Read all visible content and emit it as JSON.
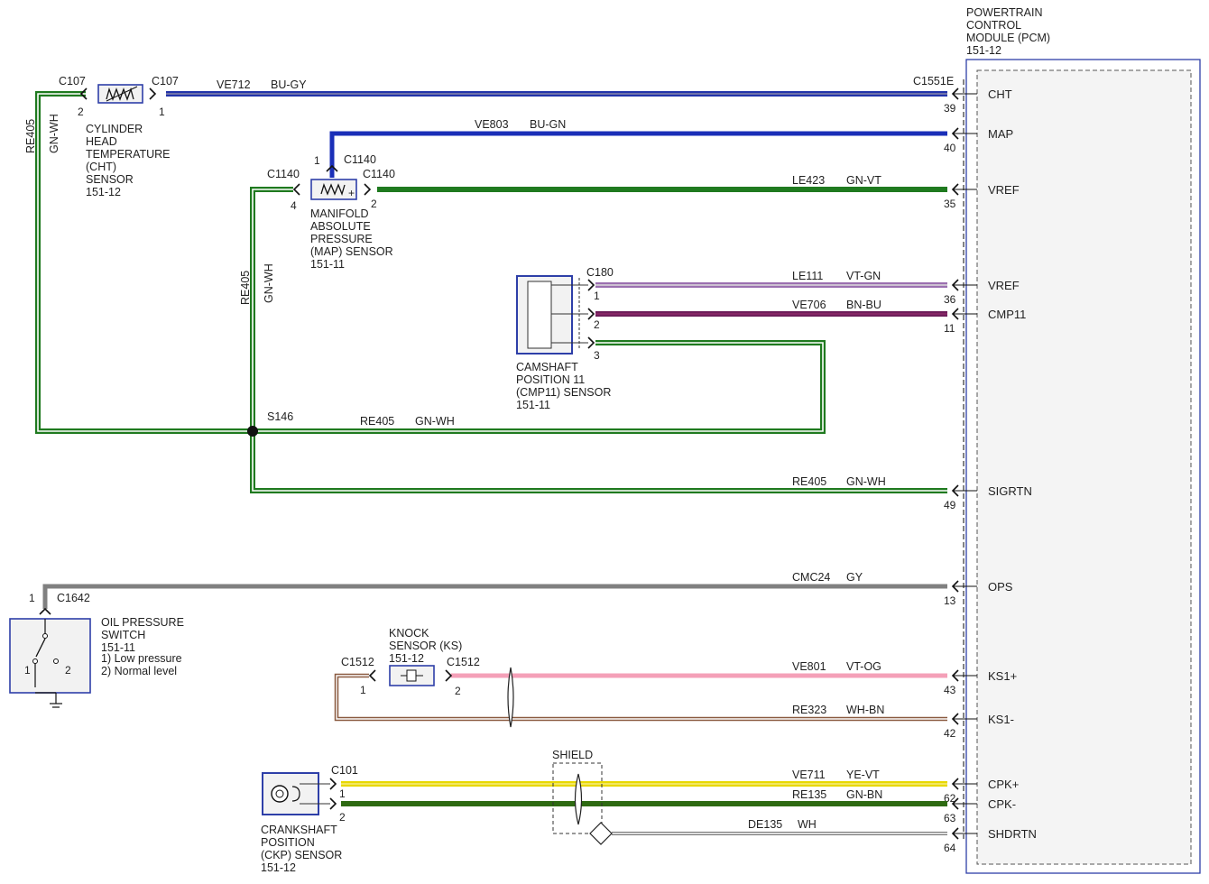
{
  "pcm": {
    "title_lines": [
      "POWERTRAIN",
      "CONTROL",
      "MODULE (PCM)",
      "151-12"
    ],
    "connector": "C1551E"
  },
  "circuits": [
    {
      "id": "cht",
      "circuit": "VE712",
      "color_code": "BU-GY",
      "pin": "39",
      "signal": "CHT",
      "wire_color": "#2233aa",
      "stripe": "#8888aa"
    },
    {
      "id": "map",
      "circuit": "VE803",
      "color_code": "BU-GN",
      "pin": "40",
      "signal": "MAP",
      "wire_color": "#1a2fb8",
      "stripe": "#1a2fb8"
    },
    {
      "id": "vref1",
      "circuit": "LE423",
      "color_code": "GN-VT",
      "pin": "35",
      "signal": "VREF",
      "wire_color": "#1f7a1f",
      "stripe": "#1f7a1f"
    },
    {
      "id": "vref2",
      "circuit": "LE111",
      "color_code": "VT-GN",
      "pin": "36",
      "signal": "VREF",
      "wire_color": "#9b6fb0",
      "stripe": "#dcdcdc"
    },
    {
      "id": "cmp11",
      "circuit": "VE706",
      "color_code": "BN-BU",
      "pin": "11",
      "signal": "CMP11",
      "wire_color": "#6e1e5a",
      "stripe": "#8e2a6a"
    },
    {
      "id": "sigrtn",
      "circuit": "RE405",
      "color_code": "GN-WH",
      "pin": "49",
      "signal": "SIGRTN",
      "wire_color": "#1f7a1f",
      "stripe": "#ffffff"
    },
    {
      "id": "ops",
      "circuit": "CMC24",
      "color_code": "GY",
      "pin": "13",
      "signal": "OPS",
      "wire_color": "#808080",
      "stripe": "#808080"
    },
    {
      "id": "ks1p",
      "circuit": "VE801",
      "color_code": "VT-OG",
      "pin": "43",
      "signal": "KS1+",
      "wire_color": "#f4a0b8",
      "stripe": "#f4a0b8"
    },
    {
      "id": "ks1m",
      "circuit": "RE323",
      "color_code": "WH-BN",
      "pin": "42",
      "signal": "KS1-",
      "wire_color": "#8a5a40",
      "stripe": "#ffffff"
    },
    {
      "id": "cpkp",
      "circuit": "VE711",
      "color_code": "YE-VT",
      "pin": "62",
      "signal": "CPK+",
      "wire_color": "#e8d800",
      "stripe": "#f6ec80"
    },
    {
      "id": "cpkm",
      "circuit": "RE135",
      "color_code": "GN-BN",
      "pin": "63",
      "signal": "CPK-",
      "wire_color": "#2e6a12",
      "stripe": "#2e6a12"
    },
    {
      "id": "shdrtn",
      "circuit": "DE135",
      "color_code": "WH",
      "pin": "64",
      "signal": "SHDRTN",
      "wire_color": "#777777",
      "stripe": "#ffffff"
    }
  ],
  "return_wire": {
    "circuit": "RE405",
    "color_code": "GN-WH",
    "splice": "S146"
  },
  "components": {
    "cht": {
      "lines": [
        "CYLINDER",
        "HEAD",
        "TEMPERATURE",
        "(CHT)",
        "SENSOR",
        "151-12"
      ],
      "connector_a": "C107",
      "connector_b": "C107",
      "pin_a": "2",
      "pin_b": "1"
    },
    "map": {
      "lines": [
        "MANIFOLD",
        "ABSOLUTE",
        "PRESSURE",
        "(MAP) SENSOR",
        "151-11"
      ],
      "connector_left": "C1140",
      "connector_top": "C1140",
      "connector_right": "C1140",
      "pin_top": "1",
      "pin_left": "4",
      "pin_right": "2"
    },
    "cmp": {
      "lines": [
        "CAMSHAFT",
        "POSITION 11",
        "(CMP11) SENSOR",
        "151-11"
      ],
      "connector": "C180",
      "pins": [
        "1",
        "2",
        "3"
      ]
    },
    "ops": {
      "lines": [
        "OIL PRESSURE",
        "SWITCH",
        "151-11",
        "1) Low pressure",
        "2) Normal level"
      ],
      "connector": "C1642",
      "pin": "1",
      "switch_pins": [
        "1",
        "2"
      ]
    },
    "ks": {
      "lines": [
        "KNOCK",
        "SENSOR (KS)",
        "151-12"
      ],
      "connector_a": "C1512",
      "connector_b": "C1512",
      "pin_a": "1",
      "pin_b": "2"
    },
    "ckp": {
      "lines": [
        "CRANKSHAFT",
        "POSITION",
        "(CKP) SENSOR",
        "151-12"
      ],
      "connector": "C101",
      "pins": [
        "1",
        "2"
      ]
    }
  },
  "shield_label": "SHIELD"
}
